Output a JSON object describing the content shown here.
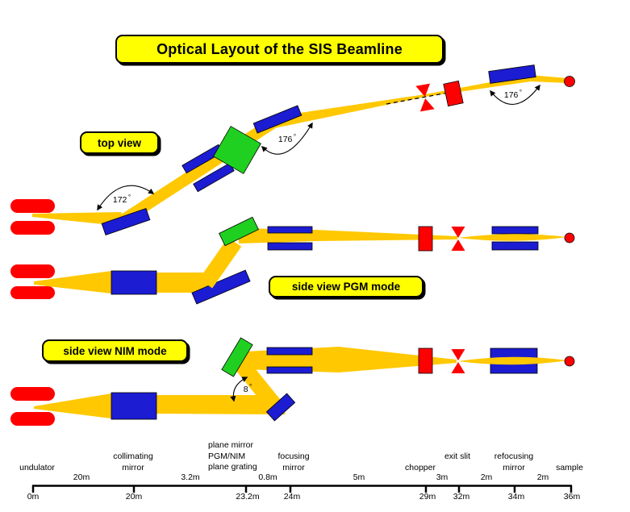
{
  "title": "Optical Layout of the SIS Beamline",
  "views": {
    "top": {
      "label": "top view"
    },
    "pgm": {
      "label": "side view PGM mode"
    },
    "nim": {
      "label": "side view NIM mode"
    }
  },
  "angles": {
    "first_mirror": {
      "value": "172",
      "unit": "°"
    },
    "monochromator": {
      "value": "176",
      "unit": "°"
    },
    "refocusing": {
      "value": "176",
      "unit": "°"
    },
    "nim_deflection": {
      "value": "8",
      "unit": "°"
    }
  },
  "axis": {
    "component_labels": [
      {
        "id": "undulator",
        "lines": [
          "undulator"
        ]
      },
      {
        "id": "collimating-mirror",
        "lines": [
          "collimating",
          "mirror"
        ]
      },
      {
        "id": "plane-mirror-grating",
        "lines": [
          "plane mirror",
          "PGM/NIM",
          "plane grating"
        ]
      },
      {
        "id": "focusing-mirror",
        "lines": [
          "focusing",
          "mirror"
        ]
      },
      {
        "id": "chopper",
        "lines": [
          "chopper"
        ]
      },
      {
        "id": "exit-slit",
        "lines": [
          "exit slit"
        ]
      },
      {
        "id": "refocusing-mirror",
        "lines": [
          "refocusing",
          "mirror"
        ]
      },
      {
        "id": "sample",
        "lines": [
          "sample"
        ]
      }
    ],
    "interval_labels": [
      "20m",
      "3.2m",
      "0.8m",
      "5m",
      "3m",
      "2m",
      "2m"
    ],
    "tick_labels": [
      "0m",
      "20m",
      "23.2m",
      "24m",
      "29m",
      "32m",
      "34m",
      "36m"
    ]
  },
  "colors": {
    "beam": "#FFC800",
    "label_box": "#FFFF00",
    "mirror_blue": "#1C1CD2",
    "plane_mirror_green": "#20D020",
    "source_red": "#FF0000",
    "ink": "#000000",
    "background": "#FFFFFF"
  }
}
